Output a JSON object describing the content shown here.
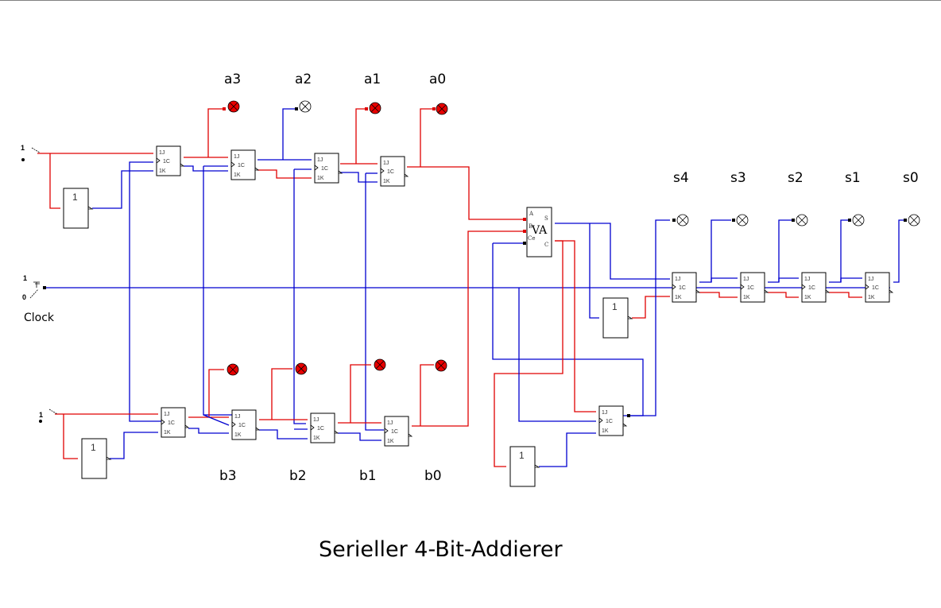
{
  "title": "Serieller 4-Bit-Addierer",
  "inputs": {
    "a_labels": [
      "a3",
      "a2",
      "a1",
      "a0"
    ],
    "a_states": [
      "on",
      "off",
      "on",
      "on"
    ],
    "b_labels": [
      "b3",
      "b2",
      "b1",
      "b0"
    ],
    "b_states": [
      "on",
      "on",
      "on",
      "on"
    ],
    "switch_high": "1",
    "switch_low": "0"
  },
  "clock": {
    "label": "Clock",
    "high": "1",
    "low": "0"
  },
  "outputs": {
    "s_labels": [
      "s4",
      "s3",
      "s2",
      "s1",
      "s0"
    ],
    "s_states": [
      "off",
      "off",
      "off",
      "off",
      "off"
    ]
  },
  "components": {
    "jk_pins": [
      "1J",
      "1C",
      "1K"
    ],
    "not_label": "1",
    "adder": {
      "label": "VA",
      "pin_a": "A",
      "pin_b": "B",
      "pin_ce": "Ce",
      "pin_s": "S",
      "pin_c": "C"
    }
  },
  "colors": {
    "wire_high": "#e00000",
    "wire_low": "#0000d0",
    "lamp_on": "#e80000",
    "lamp_off": "#ffffff"
  }
}
